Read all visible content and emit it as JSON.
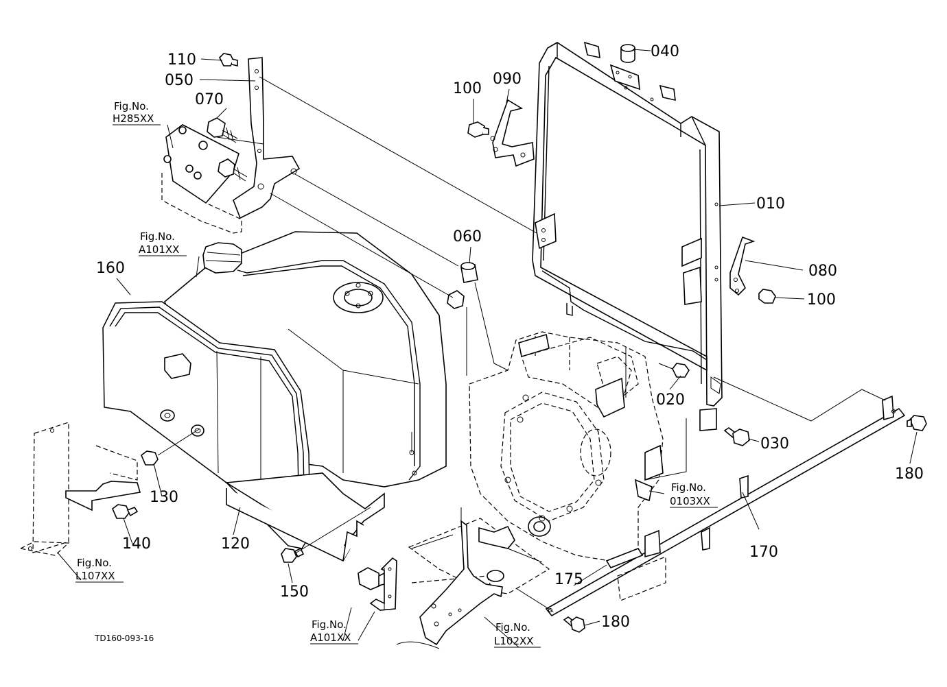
{
  "diagram": {
    "doc_code": "TD160-093-16",
    "parts": {
      "p010": "010",
      "p020": "020",
      "p030": "030",
      "p040": "040",
      "p050": "050",
      "p060": "060",
      "p070": "070",
      "p080": "080",
      "p090": "090",
      "p100a": "100",
      "p100b": "100",
      "p110": "110",
      "p120": "120",
      "p130": "130",
      "p140": "140",
      "p150": "150",
      "p160": "160",
      "p170": "170",
      "p175": "175",
      "p180a": "180",
      "p180b": "180"
    },
    "fig_refs": {
      "h285": {
        "label": "Fig.No.",
        "code": "H285XX"
      },
      "a101_top": {
        "label": "Fig.No.",
        "code": "A101XX"
      },
      "l107": {
        "label": "Fig.No.",
        "code": "L107XX"
      },
      "a101_bottom": {
        "label": "Fig.No.",
        "code": "A101XX"
      },
      "l102": {
        "label": "Fig.No.",
        "code": "L102XX"
      },
      "f0103": {
        "label": "Fig.No.",
        "code": "0103XX"
      }
    }
  }
}
